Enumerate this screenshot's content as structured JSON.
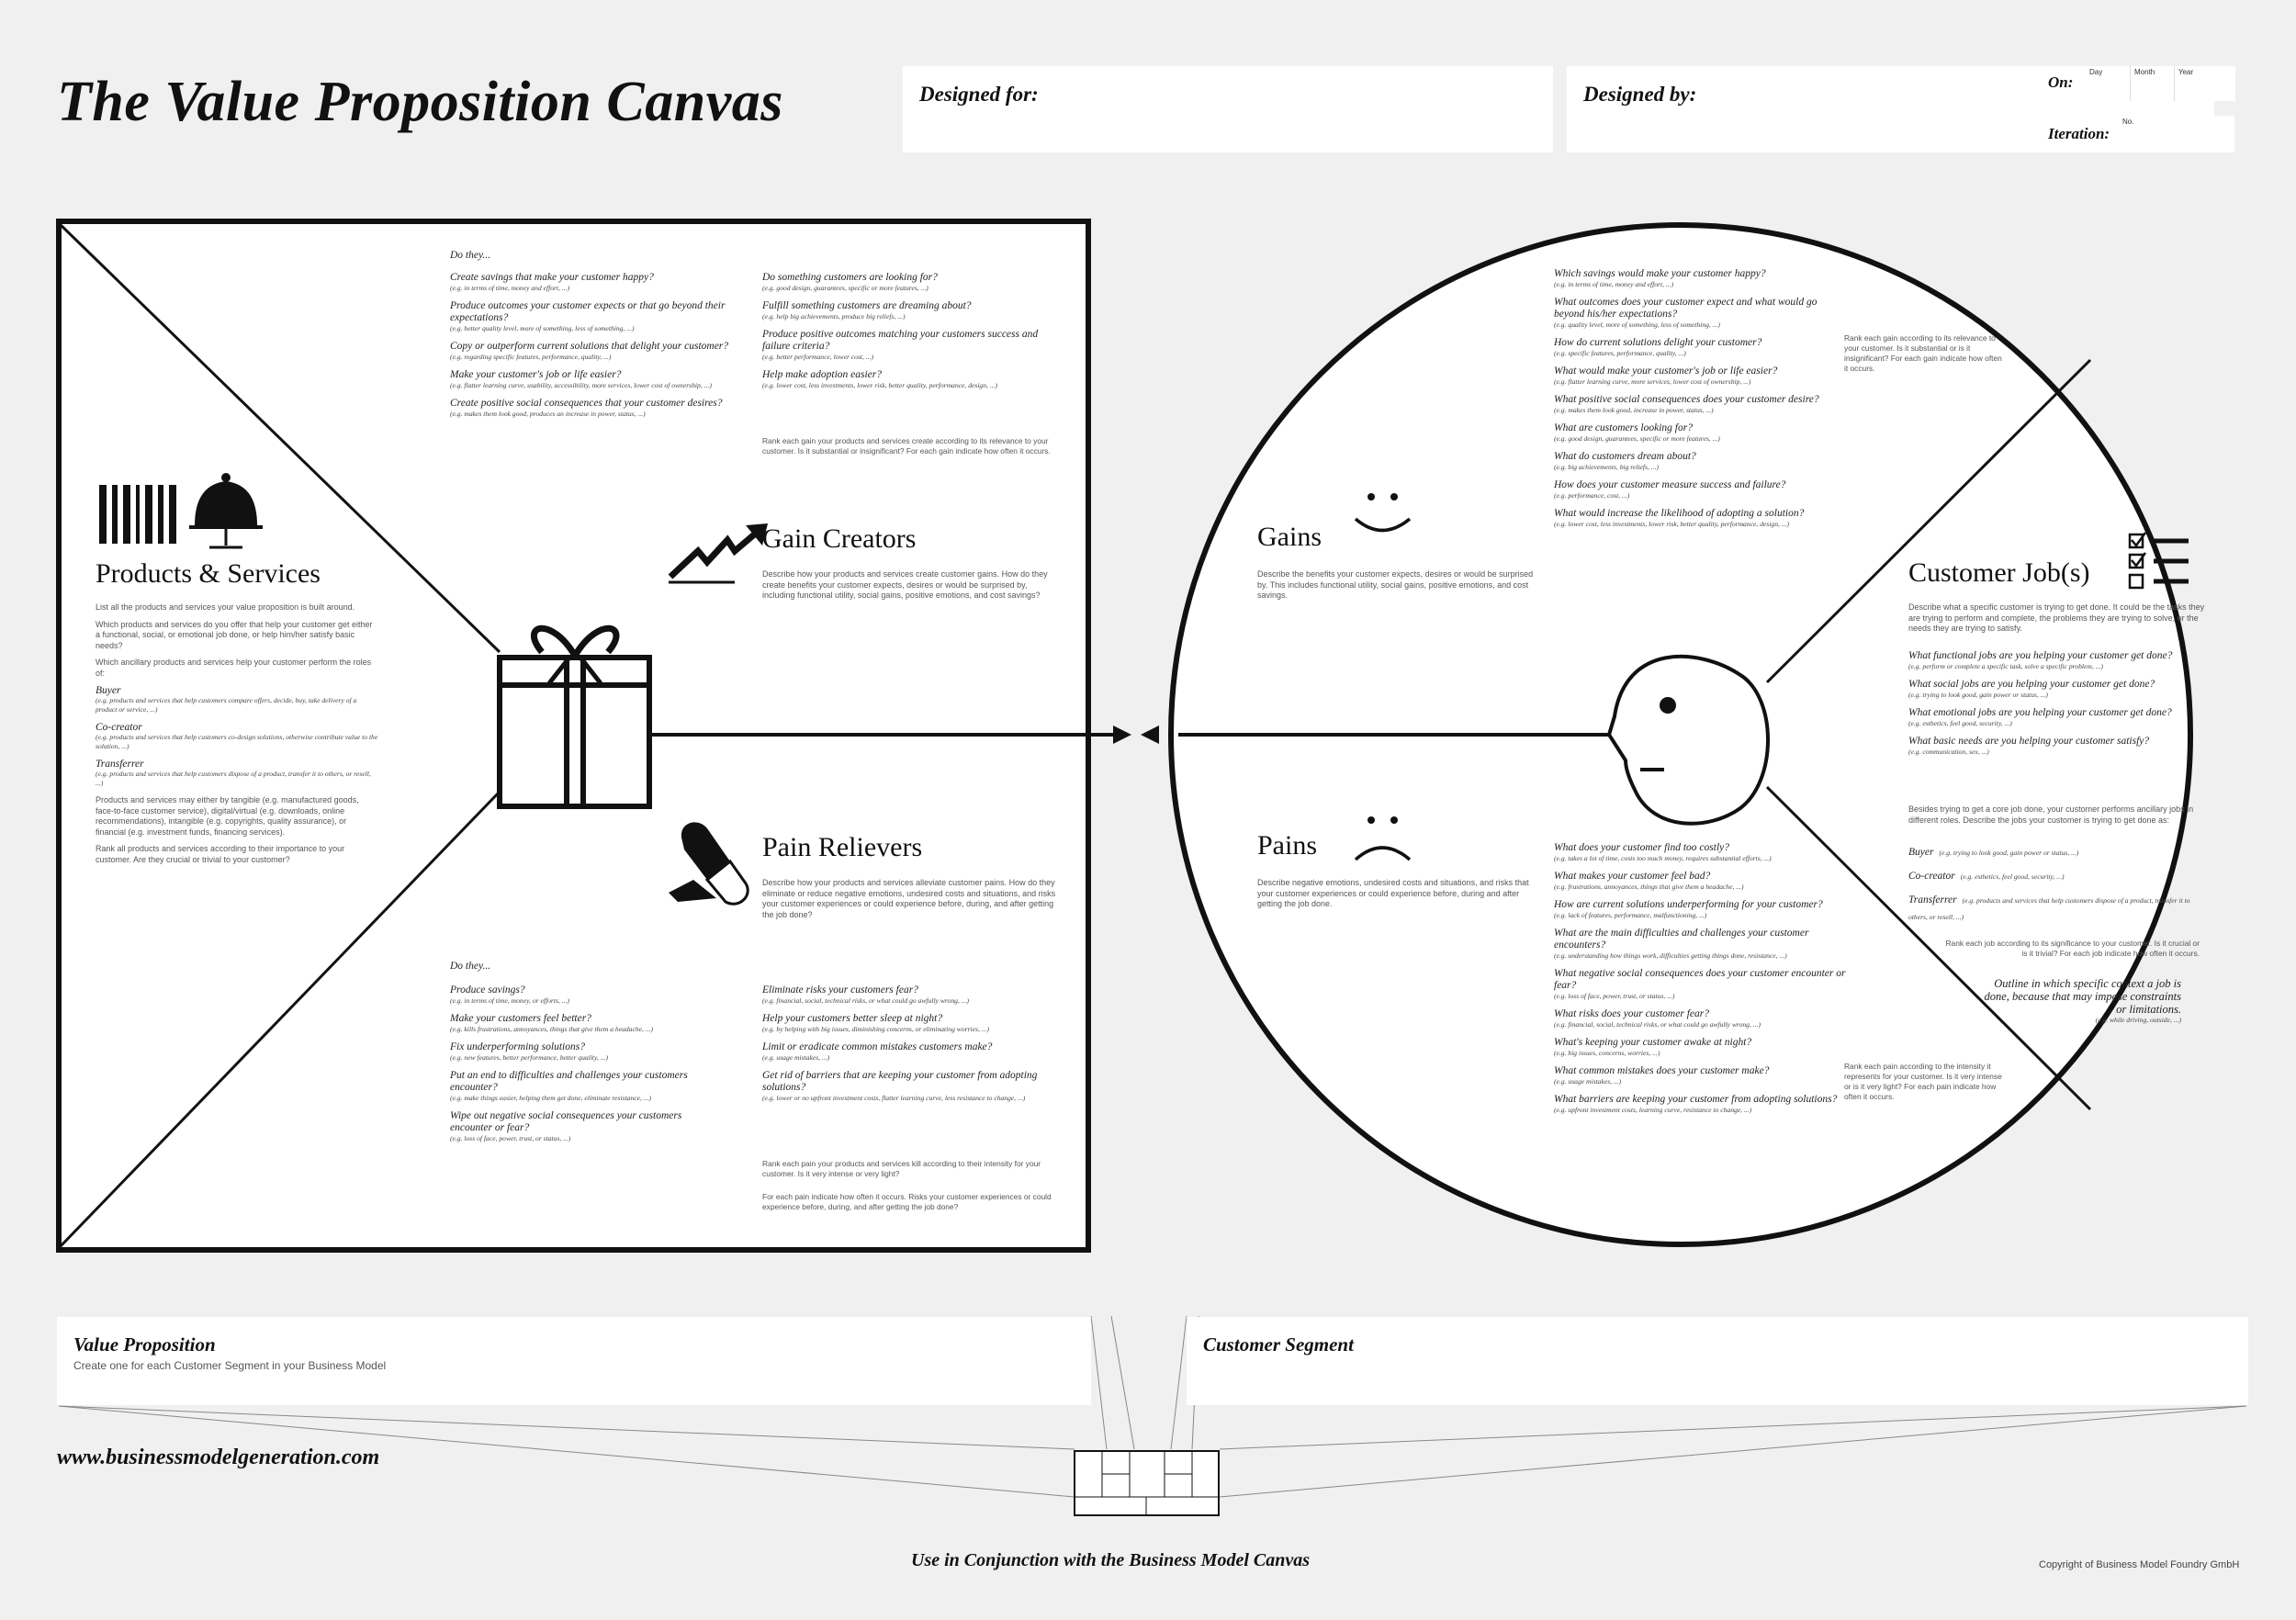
{
  "header": {
    "title": "The Value Proposition Canvas",
    "designed_for_label": "Designed for:",
    "designed_by_label": "Designed by:",
    "on_label": "On:",
    "day_label": "Day",
    "month_label": "Month",
    "year_label": "Year",
    "iteration_label": "Iteration:",
    "no_label": "No."
  },
  "value_map": {
    "do_they_top": "Do they...",
    "gain_questions_left": [
      {
        "q": "Create savings that make your customer happy?",
        "ex": "(e.g. in terms of time, money and effort, ...)"
      },
      {
        "q": "Produce outcomes your customer expects or that go beyond their expectations?",
        "ex": "(e.g. better quality level, more of something, less of something, ...)"
      },
      {
        "q": "Copy or outperform current solutions that delight your customer?",
        "ex": "(e.g. regarding specific features, performance, quality, ...)"
      },
      {
        "q": "Make your customer's job or life easier?",
        "ex": "(e.g. flatter learning curve, usability, accessibility, more services, lower cost of ownership, ...)"
      },
      {
        "q": "Create positive social consequences that your customer desires?",
        "ex": "(e.g. makes them look good, produces an increase in power, status, ...)"
      }
    ],
    "gain_questions_right": [
      {
        "q": "Do something customers are looking for?",
        "ex": "(e.g. good design, guarantees, specific or more features, ...)"
      },
      {
        "q": "Fulfill something customers are dreaming about?",
        "ex": "(e.g. help big achievements, produce big reliefs, ...)"
      },
      {
        "q": "Produce positive outcomes matching your customers success and failure criteria?",
        "ex": "(e.g. better performance, lower cost, ...)"
      },
      {
        "q": "Help make adoption easier?",
        "ex": "(e.g. lower cost, less investments, lower risk, better quality, performance, design, ...)"
      }
    ],
    "gain_rank_note": "Rank each gain your products and services create according to its relevance to your customer. Is it substantial or insignificant? For each gain indicate how often it occurs.",
    "gain_creators_title": "Gain Creators",
    "gain_creators_desc": "Describe how your products and services create customer gains. How do they create benefits your customer expects, desires or would be surprised by, including functional utility, social gains, positive emotions, and cost savings?",
    "products_title": "Products & Services",
    "products_desc1": "List all the products and services your value proposition is built around.",
    "products_desc2": "Which products and services do you offer that help your customer get either a functional, social, or emotional job done, or help him/her satisfy basic needs?",
    "products_desc3": "Which ancillary products and services help your customer perform the roles of:",
    "roles": [
      {
        "name": "Buyer",
        "ex": "(e.g. products and services that help customers compare offers, decide, buy, take delivery of a product or service, ...)"
      },
      {
        "name": "Co-creator",
        "ex": "(e.g. products and services that help customers co-design solutions, otherwise contribute value to the solution, ...)"
      },
      {
        "name": "Transferrer",
        "ex": "(e.g. products and services that help customers dispose of a product, transfer it to others, or resell, ...)"
      }
    ],
    "products_desc4": "Products and services may either by tangible (e.g. manufactured goods, face-to-face customer service), digital/virtual (e.g. downloads, online recommendations), intangible (e.g. copyrights, quality assurance), or financial (e.g. investment funds, financing services).",
    "products_desc5": "Rank all products and services according to their importance to your customer. Are they crucial or trivial to your customer?",
    "pain_relievers_title": "Pain Relievers",
    "pain_relievers_desc": "Describe how your products and services alleviate customer pains. How do they eliminate or reduce negative emotions, undesired costs and situations, and risks your customer experiences or could experience before, during, and after getting the job done?",
    "do_they_bottom": "Do they...",
    "pain_questions_left": [
      {
        "q": "Produce savings?",
        "ex": "(e.g. in terms of time, money, or efforts, ...)"
      },
      {
        "q": "Make your customers feel better?",
        "ex": "(e.g. kills frustrations, annoyances, things that give them a headache, ...)"
      },
      {
        "q": "Fix underperforming solutions?",
        "ex": "(e.g. new features, better performance, better quality, ...)"
      },
      {
        "q": "Put an end to difficulties and challenges your customers encounter?",
        "ex": "(e.g. make things easier, helping them get done, eliminate resistance, ...)"
      },
      {
        "q": "Wipe out negative social consequences your customers encounter or fear?",
        "ex": "(e.g. loss of face, power, trust, or status, ...)"
      }
    ],
    "pain_questions_right": [
      {
        "q": "Eliminate risks your customers fear?",
        "ex": "(e.g. financial, social, technical risks, or what could go awfully wrong, ...)"
      },
      {
        "q": "Help your customers better sleep at night?",
        "ex": "(e.g. by helping with big issues, diminishing concerns, or eliminating worries, ...)"
      },
      {
        "q": "Limit or eradicate common mistakes customers make?",
        "ex": "(e.g. usage mistakes, ...)"
      },
      {
        "q": "Get rid of barriers that are keeping your customer from adopting solutions?",
        "ex": "(e.g. lower or no upfront investment costs, flatter learning curve, less resistance to change, ...)"
      }
    ],
    "pain_rank_note1": "Rank each pain your products and services kill according to their intensity for your customer. Is it very intense or very light?",
    "pain_rank_note2": "For each pain indicate how often it occurs. Risks your customer experiences or could experience before, during, and after getting the job done?"
  },
  "customer_profile": {
    "gain_questions": [
      {
        "q": "Which savings would make your customer happy?",
        "ex": "(e.g. in terms of time, money and effort, ...)"
      },
      {
        "q": "What outcomes does your customer expect and what would go beyond his/her expectations?",
        "ex": "(e.g. quality level, more of something, less of something, ...)"
      },
      {
        "q": "How do current solutions delight your customer?",
        "ex": "(e.g. specific features, performance, quality, ...)"
      },
      {
        "q": "What would make your customer's job or life easier?",
        "ex": "(e.g. flatter learning curve, more services, lower cost of ownership, ...)"
      },
      {
        "q": "What positive social consequences does your customer desire?",
        "ex": "(e.g. makes them look good, increase in power, status, ...)"
      },
      {
        "q": "What are customers looking for?",
        "ex": "(e.g. good design, guarantees, specific or more features, ...)"
      },
      {
        "q": "What do customers dream about?",
        "ex": "(e.g. big achievements, big reliefs, ...)"
      },
      {
        "q": "How does your customer measure success and failure?",
        "ex": "(e.g. performance, cost, ...)"
      },
      {
        "q": "What would increase the likelihood of adopting a solution?",
        "ex": "(e.g. lower cost, less investments, lower risk, better quality, performance, design, ...)"
      }
    ],
    "gain_rank_note": "Rank each gain according to its relevance to your customer. Is it substantial or is it insignificant? For each gain indicate how often it occurs.",
    "gains_title": "Gains",
    "gains_desc": "Describe the benefits your customer expects, desires or would be surprised by. This includes functional utility, social gains, positive emotions, and cost savings.",
    "jobs_title": "Customer Job(s)",
    "jobs_desc": "Describe what a specific customer is trying to get done. It could be the tasks they are trying to perform and complete, the problems they are trying to solve, or the needs they are trying to satisfy.",
    "job_questions": [
      {
        "q": "What functional jobs are you helping your customer get done?",
        "ex": "(e.g. perform or complete a specific task, solve a specific problem, ...)"
      },
      {
        "q": "What social jobs are you helping your customer get done?",
        "ex": "(e.g. trying to look good, gain power or status, ...)"
      },
      {
        "q": "What emotional jobs are you helping your customer get done?",
        "ex": "(e.g. esthetics, feel good, security, ...)"
      },
      {
        "q": "What basic needs are you helping your customer satisfy?",
        "ex": "(e.g. communication, sex, ...)"
      }
    ],
    "jobs_ancillary": "Besides trying to get a core job done, your customer performs ancillary jobs in different roles. Describe the jobs your customer is trying to get done as:",
    "job_roles": [
      {
        "name": "Buyer",
        "ex": "(e.g. trying to look good, gain power or status, ...)"
      },
      {
        "name": "Co-creator",
        "ex": "(e.g. esthetics, feel good, security, ...)"
      },
      {
        "name": "Transferrer",
        "ex": "(e.g. products and services that help customers dispose of a product, transfer it to others, or resell, ...)"
      }
    ],
    "jobs_rank_note": "Rank each job according to its significance to your customer. Is it crucial or is it trivial? For each job indicate how often it occurs.",
    "jobs_context": "Outline in which specific context a job is done, because that may impose constraints or limitations.",
    "jobs_context_ex": "(e.g. while driving, outside, ...)",
    "pains_title": "Pains",
    "pains_desc": "Describe negative emotions, undesired costs and situations, and risks that your customer experiences or could experience before, during and after getting the job done.",
    "pain_questions": [
      {
        "q": "What does your customer find too costly?",
        "ex": "(e.g. takes a lot of time, costs too much money, requires substantial efforts, ...)"
      },
      {
        "q": "What makes your customer feel bad?",
        "ex": "(e.g. frustrations, annoyances, things that give them a headache, ...)"
      },
      {
        "q": "How are current solutions underperforming for your customer?",
        "ex": "(e.g. lack of features, performance, malfunctioning, ...)"
      },
      {
        "q": "What are the main difficulties and challenges your customer encounters?",
        "ex": "(e.g. understanding how things work, difficulties getting things done, resistance, ...)"
      },
      {
        "q": "What negative social consequences does your customer encounter or fear?",
        "ex": "(e.g. loss of face, power, trust, or status, ...)"
      },
      {
        "q": "What risks does your customer fear?",
        "ex": "(e.g. financial, social, technical risks, or what could go awfully wrong, ...)"
      },
      {
        "q": "What's keeping your customer awake at night?",
        "ex": "(e.g. big issues, concerns, worries, ...)"
      },
      {
        "q": "What common mistakes does your customer make?",
        "ex": "(e.g. usage mistakes, ...)"
      },
      {
        "q": "What barriers are keeping your customer from adopting solutions?",
        "ex": "(e.g. upfront investment costs, learning curve, resistance to change, ...)"
      }
    ],
    "pain_rank_note": "Rank each pain according to the intensity it represents for your customer. Is it very intense or is it very light? For each pain indicate how often it occurs."
  },
  "footer": {
    "value_proposition_label": "Value Proposition",
    "value_proposition_sub": "Create one for each Customer Segment in your Business Model",
    "customer_segment_label": "Customer Segment",
    "url": "www.businessmodelgeneration.com",
    "conjunction": "Use in Conjunction with the Business Model Canvas",
    "copyright": "Copyright of Business Model Foundry GmbH"
  }
}
